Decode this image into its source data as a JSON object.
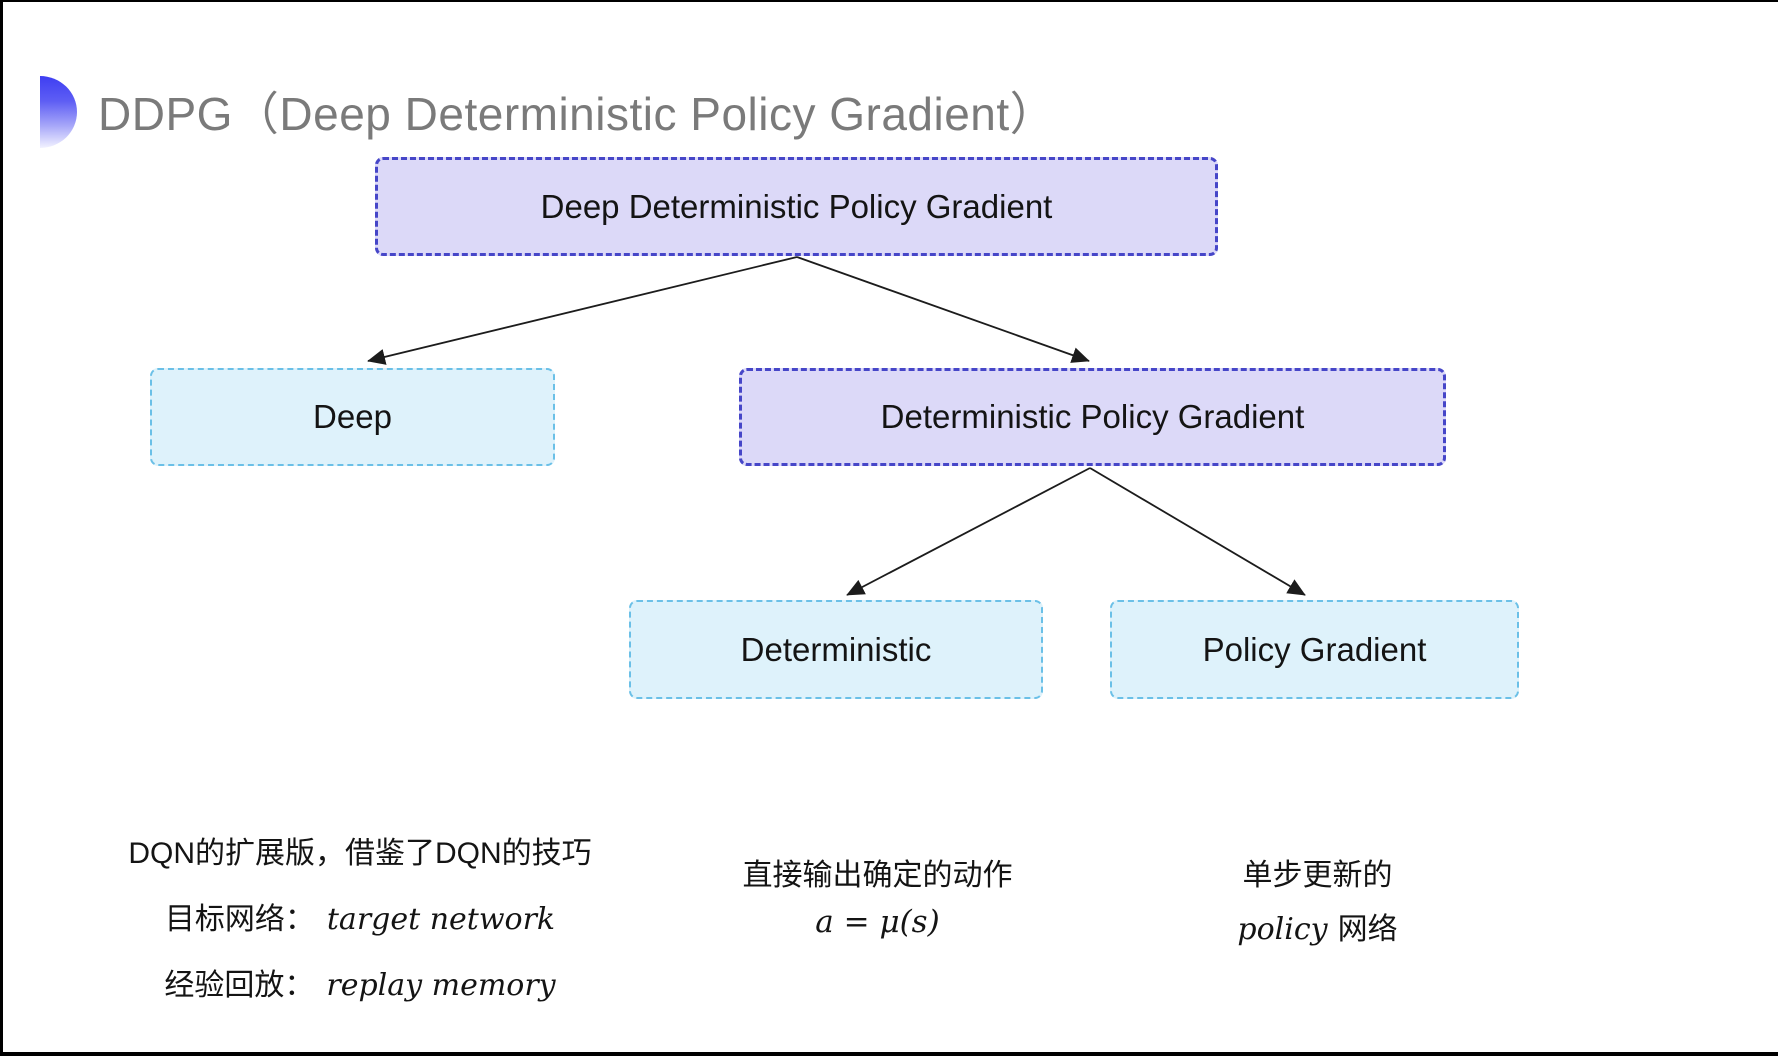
{
  "title": {
    "text": "DDPG（Deep Deterministic Policy Gradient）"
  },
  "tree": {
    "root": "Deep Deterministic Policy Gradient",
    "deep": "Deep",
    "dpg": "Deterministic Policy Gradient",
    "deterministic": "Deterministic",
    "policy_gradient": "Policy Gradient"
  },
  "notes": {
    "dqn": {
      "line1": "DQN的扩展版，借鉴了DQN的技巧",
      "line2_label": "目标网络：",
      "line2_value": "target network",
      "line3_label": "经验回放：",
      "line3_value": "replay memory"
    },
    "deterministic": {
      "line1": "直接输出确定的动作",
      "formula": "a = μ(s)"
    },
    "policy_gradient": {
      "line1": "单步更新的",
      "line2_italic": "policy",
      "line2_rest": "网络"
    }
  },
  "palette": {
    "purple_fill": "#dcd9f8",
    "purple_border": "#4646c8",
    "cyan_fill": "#def2fb",
    "cyan_border": "#6bc0e7",
    "title_gray": "#7a7a7a",
    "bullet_blue": "#3e3ef2",
    "arrow_black": "#1c1c1c",
    "frame_black": "#000000"
  }
}
